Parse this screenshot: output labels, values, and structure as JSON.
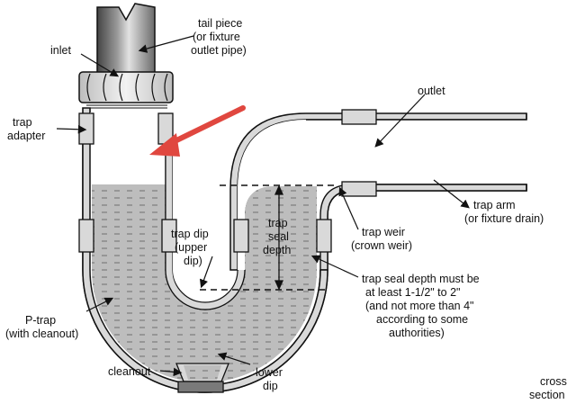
{
  "colors": {
    "pipe_wall": "#d9d9d9",
    "water": "#b9b9b9",
    "outline": "#111111",
    "arrow": "#e0473f",
    "tailpiece_dark": "#5a5a5a",
    "tailpiece_light": "#cfcfcf"
  },
  "labels": {
    "tail_piece": [
      "tail piece",
      "(or fixture",
      "outlet pipe)"
    ],
    "inlet": "inlet",
    "outlet": "outlet",
    "trap_adapter": [
      "trap",
      "adapter"
    ],
    "trap_dip": [
      "trap dip",
      "(upper",
      "dip)"
    ],
    "trap_seal_depth": [
      "trap",
      "seal",
      "depth"
    ],
    "trap_arm": [
      "trap arm",
      "(or fixture drain)"
    ],
    "trap_weir": [
      "trap weir",
      "(crown weir)"
    ],
    "trap_seal_note": [
      "trap seal depth must be",
      "at least 1-1/2\" to 2\"",
      "(and not more than 4\"",
      "according to some",
      "authorities)"
    ],
    "p_trap": [
      "P-trap",
      "(with cleanout)"
    ],
    "cleanout": "cleanout",
    "lower_dip": [
      "lower",
      "dip"
    ],
    "cross_section": [
      "cross",
      "section"
    ]
  },
  "icons": {
    "pointer": "red-arrow-icon"
  }
}
